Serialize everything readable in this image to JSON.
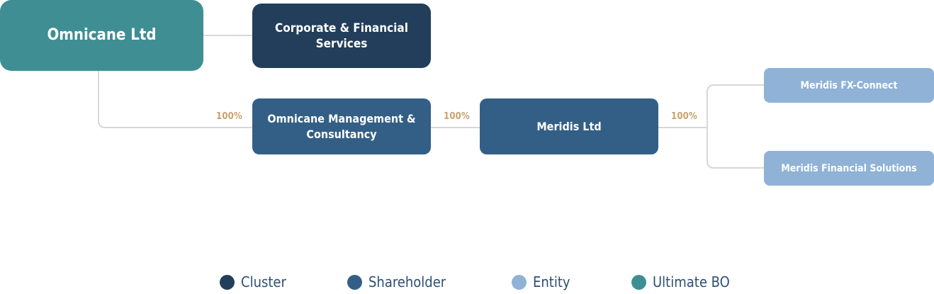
{
  "colors": {
    "cluster": "#223e5a",
    "shareholder": "#335f86",
    "entity": "#8fb2d6",
    "ultimate_bo": "#3f8e93",
    "connector": "#d7d7d7",
    "percentage": "#c9a06b"
  },
  "nodes": {
    "omnicane": {
      "label": "Omnicane Ltd",
      "type": "ultimate_bo"
    },
    "corporate": {
      "label": "Corporate & Financial Services",
      "type": "cluster"
    },
    "management": {
      "label": "Omnicane Management & Consultancy",
      "type": "shareholder"
    },
    "meridis": {
      "label": "Meridis Ltd",
      "type": "shareholder"
    },
    "fx_connect": {
      "label": "Meridis FX-Connect",
      "type": "entity"
    },
    "financial_solutions": {
      "label": "Meridis Financial Solutions",
      "type": "entity"
    }
  },
  "ownership": {
    "omnicane_to_management": "100%",
    "management_to_meridis": "100%",
    "meridis_to_subsidiaries": "100%"
  },
  "legend": [
    {
      "label": "Cluster",
      "type": "cluster"
    },
    {
      "label": "Shareholder",
      "type": "shareholder"
    },
    {
      "label": "Entity",
      "type": "entity"
    },
    {
      "label": "Ultimate BO",
      "type": "ultimate_bo"
    }
  ]
}
